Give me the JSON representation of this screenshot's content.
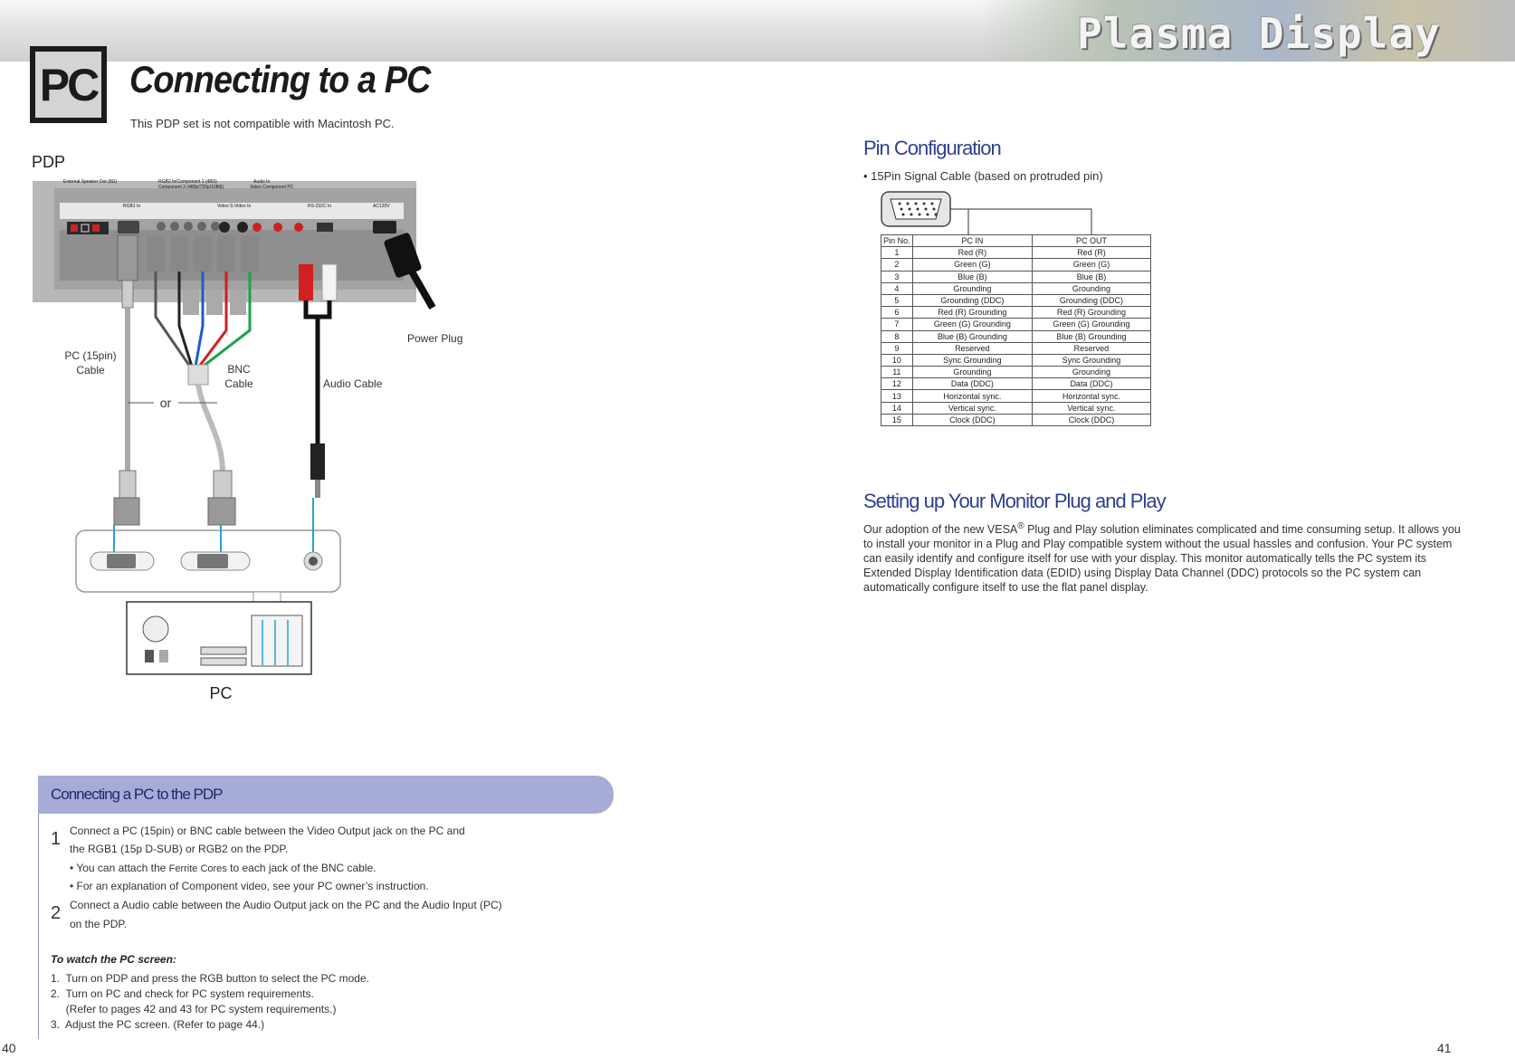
{
  "header": {
    "brand_title": "Plasma Display"
  },
  "title_block": {
    "badge_text": "PC",
    "title": "Connecting to a PC",
    "subtitle": "This PDP set is not compatible with Macintosh PC."
  },
  "diagram": {
    "pdp_label": "PDP",
    "pc_label": "PC",
    "pc_cable_label_line1": "PC (15pin)",
    "pc_cable_label_line2": "Cable",
    "bnc_cable_label_line1": "BNC",
    "bnc_cable_label_line2": "Cable",
    "or_label": "or",
    "audio_cable_label": "Audio Cable",
    "power_plug_label": "Power Plug",
    "panel_labels": {
      "ext_speaker": "External Speaker Out (8Ω)",
      "rgb2": "RGB2 In/Component 1 (480i)",
      "rgb2_sub": "Component 2 (480p/720p/1080i)",
      "rgb1": "RGB1 In",
      "video": "Video",
      "svideo": "S-Video In",
      "audio_in": "Audio In",
      "audio_sub": "Video  Component  PC",
      "rs232c": "RS-232C In",
      "ac": "AC120V"
    }
  },
  "pin_config": {
    "title": "Pin Configuration",
    "bullet": "• 15Pin Signal Cable (based on protruded pin)",
    "headers": [
      "Pin No.",
      "PC IN",
      "PC OUT"
    ],
    "rows": [
      [
        "1",
        "Red (R)",
        "Red (R)"
      ],
      [
        "2",
        "Green (G)",
        "Green (G)"
      ],
      [
        "3",
        "Blue (B)",
        "Blue (B)"
      ],
      [
        "4",
        "Grounding",
        "Grounding"
      ],
      [
        "5",
        "Grounding (DDC)",
        "Grounding (DDC)"
      ],
      [
        "6",
        "Red (R) Grounding",
        "Red (R) Grounding"
      ],
      [
        "7",
        "Green (G) Grounding",
        "Green (G) Grounding"
      ],
      [
        "8",
        "Blue (B) Grounding",
        "Blue (B) Grounding"
      ],
      [
        "9",
        "Reserved",
        "Reserved"
      ],
      [
        "10",
        "Sync Grounding",
        "Sync Grounding"
      ],
      [
        "11",
        "Grounding",
        "Grounding"
      ],
      [
        "12",
        "Data (DDC)",
        "Data (DDC)"
      ],
      [
        "13",
        "Horizontal sync.",
        "Horizontal sync."
      ],
      [
        "14",
        "Vertical sync.",
        "Vertical sync."
      ],
      [
        "15",
        "Clock (DDC)",
        "Clock (DDC)"
      ]
    ]
  },
  "plug_and_play": {
    "title": "Setting up Your Monitor Plug and Play",
    "text_part1": "Our adoption of the new VESA",
    "reg_mark": "®",
    "text_part2": " Plug and Play solution eliminates complicated and time consuming setup. It allows you to install your monitor in a Plug and Play compatible system  without the usual hassles and confusion. Your PC system can easily identify and configure  itself for use with your display. This monitor automatically tells the PC system its Extended Display Identification data (EDID) using Display Data Channel (DDC) protocols so the PC system can automatically configure itself to use the flat panel display."
  },
  "connect_box": {
    "title": "Connecting a PC to the PDP",
    "step1_num": "1",
    "step1_line1": "Connect a PC (15pin) or BNC cable between the Video Output jack on the PC and",
    "step1_line2": "the RGB1 (15p D-SUB) or RGB2 on the PDP.",
    "bullet1_pre": "• You can attach the ",
    "bullet1_small": "Ferrite Cores",
    "bullet1_post": " to each jack of the BNC cable.",
    "bullet2": "• For an explanation of Component video, see your PC owner’s instruction.",
    "step2_num": "2",
    "step2_line1": "Connect a Audio cable between the Audio Output jack on the PC and the Audio Input (PC)",
    "step2_line2": "on the PDP.",
    "watch_title": "To watch the PC screen:",
    "watch_items": [
      "1.  Turn on PDP and press the RGB button to select the PC mode.",
      "2.  Turn on PC and check for PC system requirements.",
      "     (Refer to pages 42 and 43 for PC system requirements.)",
      "3.  Adjust the PC screen. (Refer to page 44.)"
    ]
  },
  "page_numbers": {
    "left": "40",
    "right": "41"
  }
}
